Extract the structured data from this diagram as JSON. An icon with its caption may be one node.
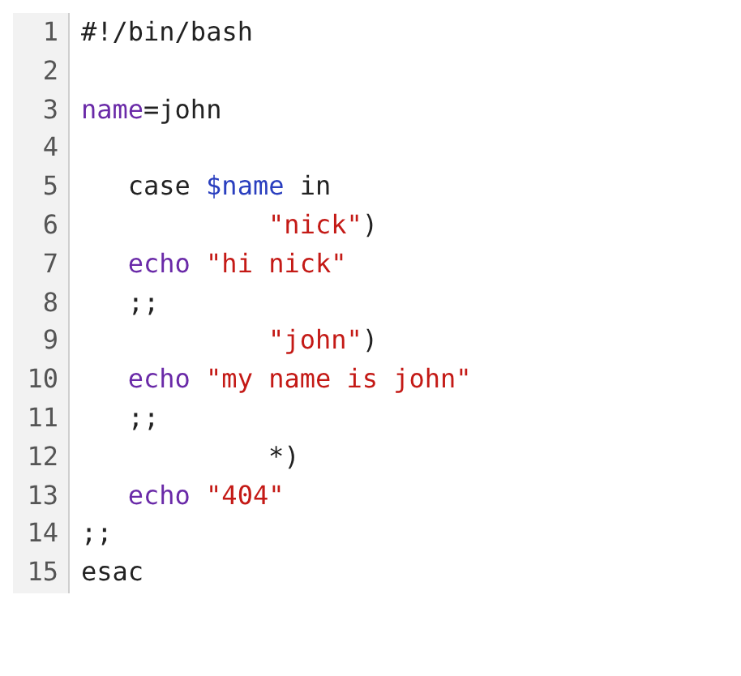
{
  "diagram": {
    "labels": [
      "1",
      "#!/bin/bash",
      "2",
      "3",
      "name=john",
      "4",
      "5",
      "case $name in",
      "6",
      "\"nick\")",
      "7",
      "echo \"hi nick\"",
      "8",
      ";;",
      "9",
      "\"john\")",
      "10",
      "echo \"my name is john\"",
      "11",
      ";;",
      "12",
      "*)",
      "13",
      "echo \"404\"",
      "14",
      ";;",
      "15",
      "esac"
    ]
  }
}
